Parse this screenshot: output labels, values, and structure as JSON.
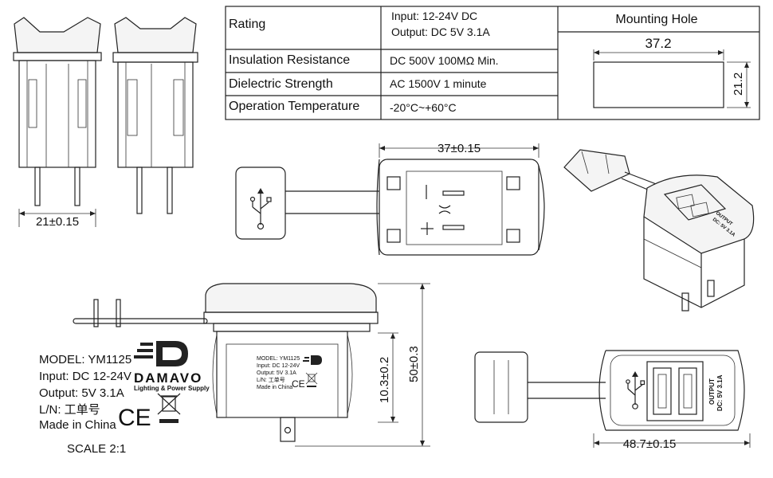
{
  "spec_table": {
    "rows": [
      {
        "label": "Rating",
        "value_lines": [
          "Input:  12-24V DC",
          "Output:  DC 5V 3.1A"
        ]
      },
      {
        "label": "Insulation Resistance",
        "value_lines": [
          "DC 500V 100MΩ Min."
        ]
      },
      {
        "label": "Dielectric Strength",
        "value_lines": [
          "AC 1500V 1 minute"
        ]
      },
      {
        "label": "Operation Temperature",
        "value_lines": [
          "-20°C~+60°C"
        ]
      }
    ],
    "mounting_hole": {
      "title": "Mounting Hole",
      "width": "37.2",
      "height": "21.2"
    }
  },
  "dimensions": {
    "side_width": "21±0.15",
    "back_width": "37±0.15",
    "height_total": "50±0.3",
    "height_partial": "10.3±0.2",
    "front_width": "48.7±0.15"
  },
  "label_plate": {
    "model": "MODEL: YM1125",
    "input": "Input: DC 12-24V",
    "output": "Output: 5V 3.1A",
    "ln": "L/N:  工单号",
    "origin": "Made in China"
  },
  "label_plate_small": {
    "model": "MODEL: YM1125",
    "input": "Input: DC 12-24V",
    "output": "Output: 5V 3.1A",
    "ln": "L/N:  工单号",
    "origin": "Made in China"
  },
  "brand": {
    "name": "DAMAVO",
    "tagline": "Lighting & Power Supply"
  },
  "marks": {
    "ce": "CE"
  },
  "device_print": {
    "output_line1": "OUTPUT",
    "output_line2": "DC: 5V 3.1A"
  },
  "scale": "SCALE 2:1"
}
